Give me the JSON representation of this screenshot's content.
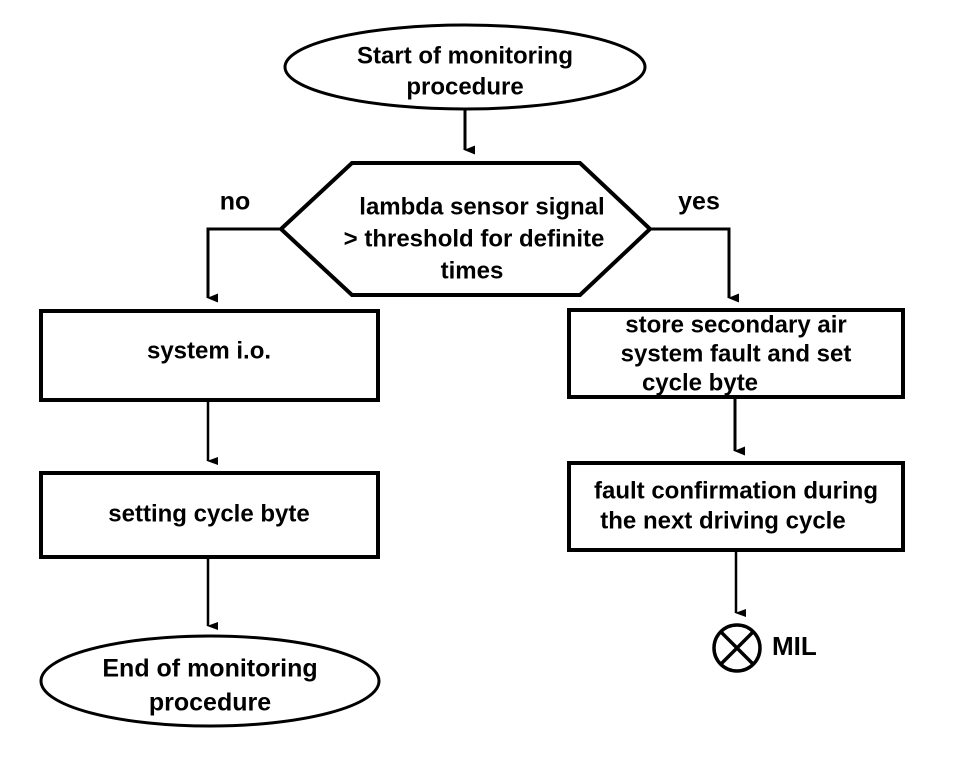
{
  "diagram": {
    "title_text": "",
    "colors": {
      "background": "#ffffff",
      "stroke": "#000000",
      "fill": "#ffffff"
    },
    "nodes": {
      "start": {
        "shape": "ellipse",
        "line1": "Start of monitoring",
        "line2": "procedure"
      },
      "decision": {
        "shape": "hexagon",
        "line1": "lambda sensor signal",
        "line2": "> threshold for definite",
        "line3": "times"
      },
      "system_ok": {
        "shape": "rectangle",
        "line1": "system i.o."
      },
      "store_fault": {
        "shape": "rectangle",
        "line1": "store secondary air",
        "line2": "system fault and set",
        "line3": "cycle byte"
      },
      "setting_cycle_byte": {
        "shape": "rectangle",
        "line1": "setting cycle byte"
      },
      "fault_confirmation": {
        "shape": "rectangle",
        "line1": "fault confirmation during",
        "line2": "the next driving cycle"
      },
      "end": {
        "shape": "ellipse",
        "line1": "End of monitoring",
        "line2": "procedure"
      },
      "mil": {
        "shape": "crossed-circle",
        "label": "MIL"
      }
    },
    "edges": {
      "branch_no_label": "no",
      "branch_yes_label": "yes"
    }
  }
}
